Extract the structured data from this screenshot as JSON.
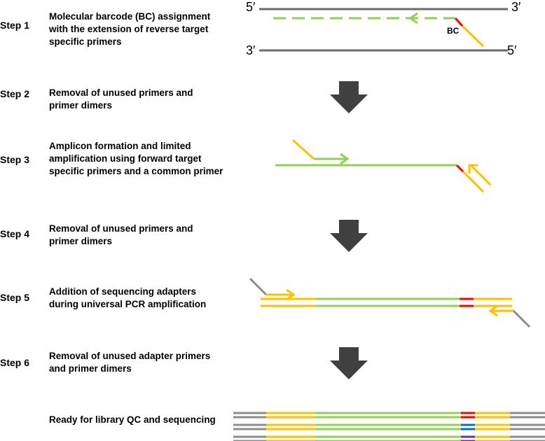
{
  "colors": {
    "template": "#6b6b6b",
    "target": "#92d050",
    "primer": "#ffc000",
    "barcode": "#ff0000",
    "barcode_blue": "#0070c0",
    "barcode_purple": "#7030a0",
    "adapter": "#8c8c8c",
    "arrow": "#404040"
  },
  "steps": [
    {
      "label": "Step 1",
      "description": "Molecular barcode (BC) assignment with the extension of reverse target specific primers"
    },
    {
      "label": "Step 2",
      "description": "Removal of unused primers and primer dimers"
    },
    {
      "label": "Step 3",
      "description": "Amplicon formation and limited amplification using forward target specific primers and a common primer"
    },
    {
      "label": "Step 4",
      "description": "Removal of unused primers and primer dimers"
    },
    {
      "label": "Step 5",
      "description": "Addition of sequencing adapters during universal PCR amplification"
    },
    {
      "label": "Step 6",
      "description": "Removal of unused adapter primers and primer dimers"
    }
  ],
  "final": {
    "description": "Ready for library QC and sequencing"
  },
  "strand_ends": {
    "top_left": "5′",
    "top_right": "3′",
    "bottom_left": "3′",
    "bottom_right": "5′"
  },
  "barcode_label": "BC"
}
